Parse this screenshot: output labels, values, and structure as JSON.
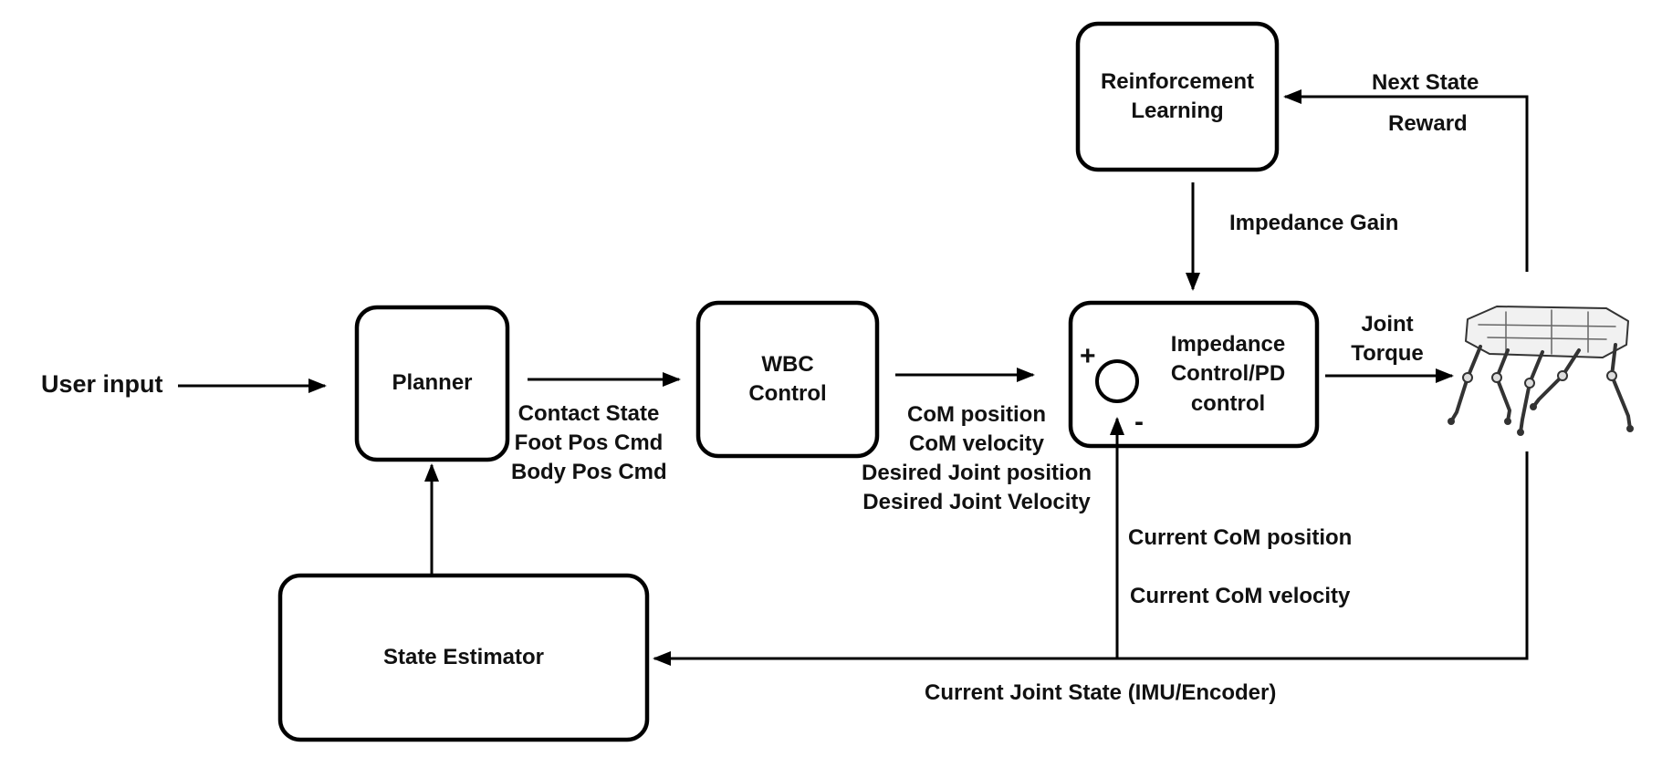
{
  "inputs": {
    "user_input": "User input"
  },
  "blocks": {
    "planner": "Planner",
    "wbc": "WBC\nControl",
    "impedance": "Impedance\nControl/PD\ncontrol",
    "rl": "Reinforcement\nLearning",
    "state_estimator": "State Estimator"
  },
  "signals": {
    "planner_out": [
      "Contact State",
      "Foot Pos Cmd",
      "Body Pos Cmd"
    ],
    "wbc_out": [
      "CoM position",
      "CoM velocity",
      "Desired Joint position",
      "Desired Joint Velocity"
    ],
    "rl_out": "Impedance Gain",
    "joint_torque": [
      "Joint",
      "Torque"
    ],
    "next_state": "Next State",
    "reward": "Reward",
    "feedback_com_position": "Current CoM position",
    "feedback_com_velocity": "Current CoM velocity",
    "joint_state": "Current Joint  State (IMU/Encoder)"
  },
  "summing_junction": {
    "plus": "+",
    "minus": "-"
  },
  "robot": {
    "icon": "quadruped-robot-icon"
  }
}
